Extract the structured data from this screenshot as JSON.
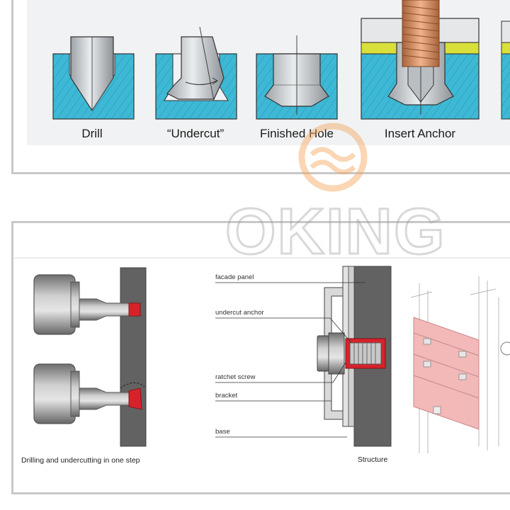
{
  "top_panel": {
    "labels": [
      "Drill",
      "“Undercut”",
      "Finished Hole",
      "Insert Anchor"
    ]
  },
  "bottom_panel": {
    "left_caption": "Drilling and undercutting in one step",
    "center_caption": "Structure",
    "callouts": [
      "facade panel",
      "undercut anchor",
      "ratchet screw",
      "bracket",
      "base"
    ]
  },
  "watermark": {
    "text": "OKING"
  },
  "colors": {
    "substrate": "#3db9d6",
    "panel_gray": "#6b6b6b",
    "anchor_red": "#d8222b",
    "rod_copper": "#c8845a",
    "gasket_yellow": "#d9df3b",
    "highlight_pink": "#f3b8b8",
    "watermark_orange": "#f5a65b"
  }
}
